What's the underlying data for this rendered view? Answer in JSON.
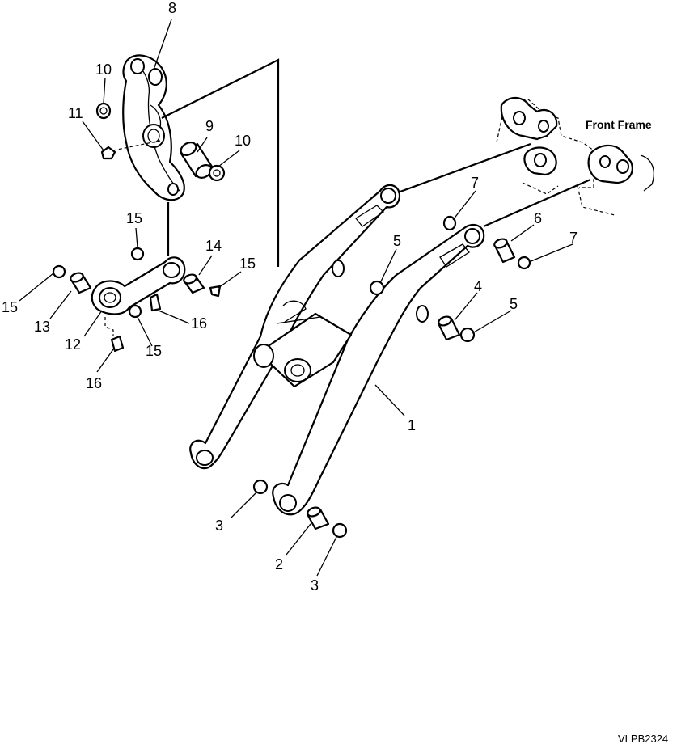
{
  "diagram": {
    "front_frame_label": "Front Frame",
    "drawing_code": "VLPB2324",
    "callouts": [
      {
        "id": "c8",
        "text": "8"
      },
      {
        "id": "c10a",
        "text": "10"
      },
      {
        "id": "c11",
        "text": "11"
      },
      {
        "id": "c9",
        "text": "9"
      },
      {
        "id": "c10b",
        "text": "10"
      },
      {
        "id": "c15a",
        "text": "15"
      },
      {
        "id": "c14",
        "text": "14"
      },
      {
        "id": "c15b",
        "text": "15"
      },
      {
        "id": "c15c",
        "text": "15"
      },
      {
        "id": "c13",
        "text": "13"
      },
      {
        "id": "c12",
        "text": "12"
      },
      {
        "id": "c16a",
        "text": "16"
      },
      {
        "id": "c15d",
        "text": "15"
      },
      {
        "id": "c16b",
        "text": "16"
      },
      {
        "id": "c7a",
        "text": "7"
      },
      {
        "id": "c6",
        "text": "6"
      },
      {
        "id": "c7b",
        "text": "7"
      },
      {
        "id": "c5a",
        "text": "5"
      },
      {
        "id": "c4",
        "text": "4"
      },
      {
        "id": "c5b",
        "text": "5"
      },
      {
        "id": "c1",
        "text": "1"
      },
      {
        "id": "c3a",
        "text": "3"
      },
      {
        "id": "c2",
        "text": "2"
      },
      {
        "id": "c3b",
        "text": "3"
      }
    ]
  }
}
